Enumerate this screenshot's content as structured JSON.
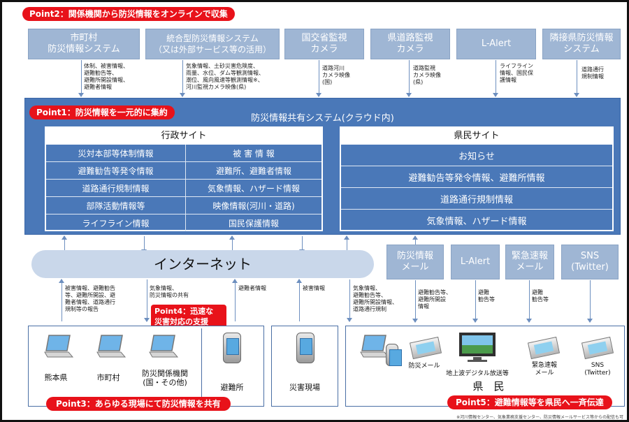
{
  "points": {
    "p2": "Point2：関係機関から防災情報をオンラインで収集",
    "p1": "Point1：防災情報を一元的に集約",
    "p4_line1": "Point4：迅速な",
    "p4_line2": "災害対応の支援",
    "p3": "Point3：あらゆる現場にて防災情報を共有",
    "p5": "Point5：避難情報等を県民へ一斉伝達"
  },
  "sources": [
    {
      "line1": "市町村",
      "line2": "防災情報システム",
      "note": "体制、被害情報、\n避難勧告等、\n避難所開設情報、\n避難者情報"
    },
    {
      "line1": "統合型防災情報システム",
      "line2": "（又は外部サービス等の活用）",
      "note": "気象情報、土砂災害危険度、\n雨量、水位、ダム等観測情報、\n潮位、風向風速等観測情報※、\n河川監視カメラ映像(県)"
    },
    {
      "line1": "国交省監視",
      "line2": "カメラ",
      "note": "道路河川\nカメラ映像\n(国)"
    },
    {
      "line1": "県道路監視",
      "line2": "カメラ",
      "note": "道路監視\nカメラ映像\n(県)"
    },
    {
      "line1": "L-Alert",
      "line2": "",
      "note": "ライフライン\n情報、国民保\n護情報"
    },
    {
      "line1": "隣接県防災情報",
      "line2": "システム",
      "note": "道路通行\n規制情報"
    }
  ],
  "system": {
    "title": "防災情報共有システム(クラウド内)",
    "admin": {
      "header": "行政サイト",
      "left": [
        "災対本部等体制情報",
        "避難勧告等発令情報",
        "道路通行規制情報",
        "部隊活動情報等",
        "ライフライン情報"
      ],
      "right": [
        "被 害 情 報",
        "避難所、避難者情報",
        "気象情報、ハザード情報",
        "映像情報(河川・道路)",
        "国民保護情報"
      ]
    },
    "public": {
      "header": "県民サイト",
      "rows": [
        "お知らせ",
        "避難勧告等発令情報、避難所情報",
        "道路通行規制情報",
        "気象情報、ハザード情報"
      ]
    }
  },
  "internet": "インターネット",
  "channels": [
    {
      "line1": "防災情報",
      "line2": "メール",
      "note": "避難勧告等、\n避難所開設\n情報"
    },
    {
      "line1": "L-Alert",
      "line2": "",
      "note": "避難\n勧告等"
    },
    {
      "line1": "緊急速報",
      "line2": "メール",
      "note": "避難\n勧告等"
    },
    {
      "line1": "SNS",
      "line2": "(Twitter)",
      "note": ""
    }
  ],
  "lower_notes": [
    "被害情報、避難勧告\n等、避難所開設、避\n難者情報、道路通行\n規制等の報告",
    "気象情報、\n防災情報の共有",
    "避難者情報",
    "被害情報",
    "気象情報、\n避難勧告等、\n避難所開設情報、\n道路通行規制"
  ],
  "sites": {
    "kumamoto": "熊本県",
    "city": "市町村",
    "agency_line1": "防災関係機関",
    "agency_line2": "(国・その他)",
    "shelter": "避難所",
    "scene": "災害現場"
  },
  "residents": {
    "title": "県　民",
    "mail": "防災メール",
    "tv": "地上波デジタル放送等",
    "emergency_line1": "緊急速報",
    "emergency_line2": "メール",
    "sns_line1": "SNS",
    "sns_line2": "(Twitter)"
  },
  "footnote": "※河川情報センター、気象業務支援センター、防災情報メールサービス等からの配信も可"
}
